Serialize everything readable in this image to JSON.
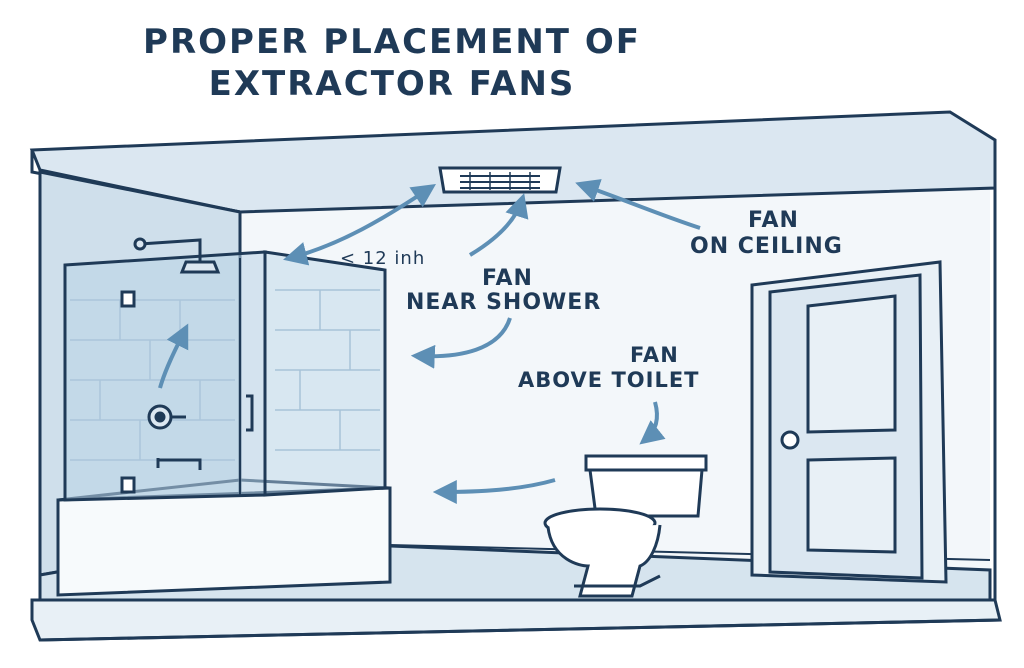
{
  "title": {
    "line1": "PROPER PLACEMENT OF",
    "line2": "EXTRACTOR FANS"
  },
  "labels": {
    "fan_on_ceiling": [
      "FAN",
      "ON CEILING"
    ],
    "fan_near_shower": [
      "FAN",
      "NEAR SHOWER"
    ],
    "fan_above_toilet": [
      "FAN",
      "ABOVE TOILET"
    ],
    "distance": "< 12 inh"
  },
  "colors": {
    "outline": "#1f3a57",
    "wall": "#e8f0f6",
    "ceiling": "#dbe7f1",
    "glass": "#b9d3e6",
    "arrow": "#5d8fb5",
    "floor": "#d6e4ee"
  },
  "icons": [
    "extractor-fan-icon",
    "shower-head-icon",
    "toilet-icon",
    "door-icon",
    "arrow-icon"
  ]
}
